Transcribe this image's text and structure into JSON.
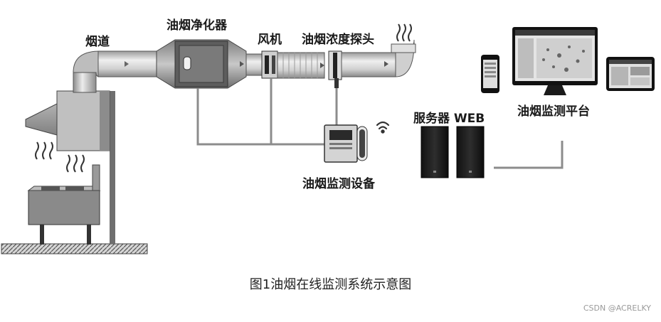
{
  "labels": {
    "flue": "烟道",
    "purifier": "油烟净化器",
    "fan": "风机",
    "probe": "油烟浓度探头",
    "device": "油烟监测设备",
    "server": "服务器 WEB",
    "platform": "油烟监测平台"
  },
  "caption": "图1油烟在线监测系统示意图",
  "watermark": "CSDN @ACRELKY",
  "colors": {
    "line": "#8c8c8c",
    "duct_light": "#d9d9d9",
    "dark": "#1f1f1f"
  }
}
